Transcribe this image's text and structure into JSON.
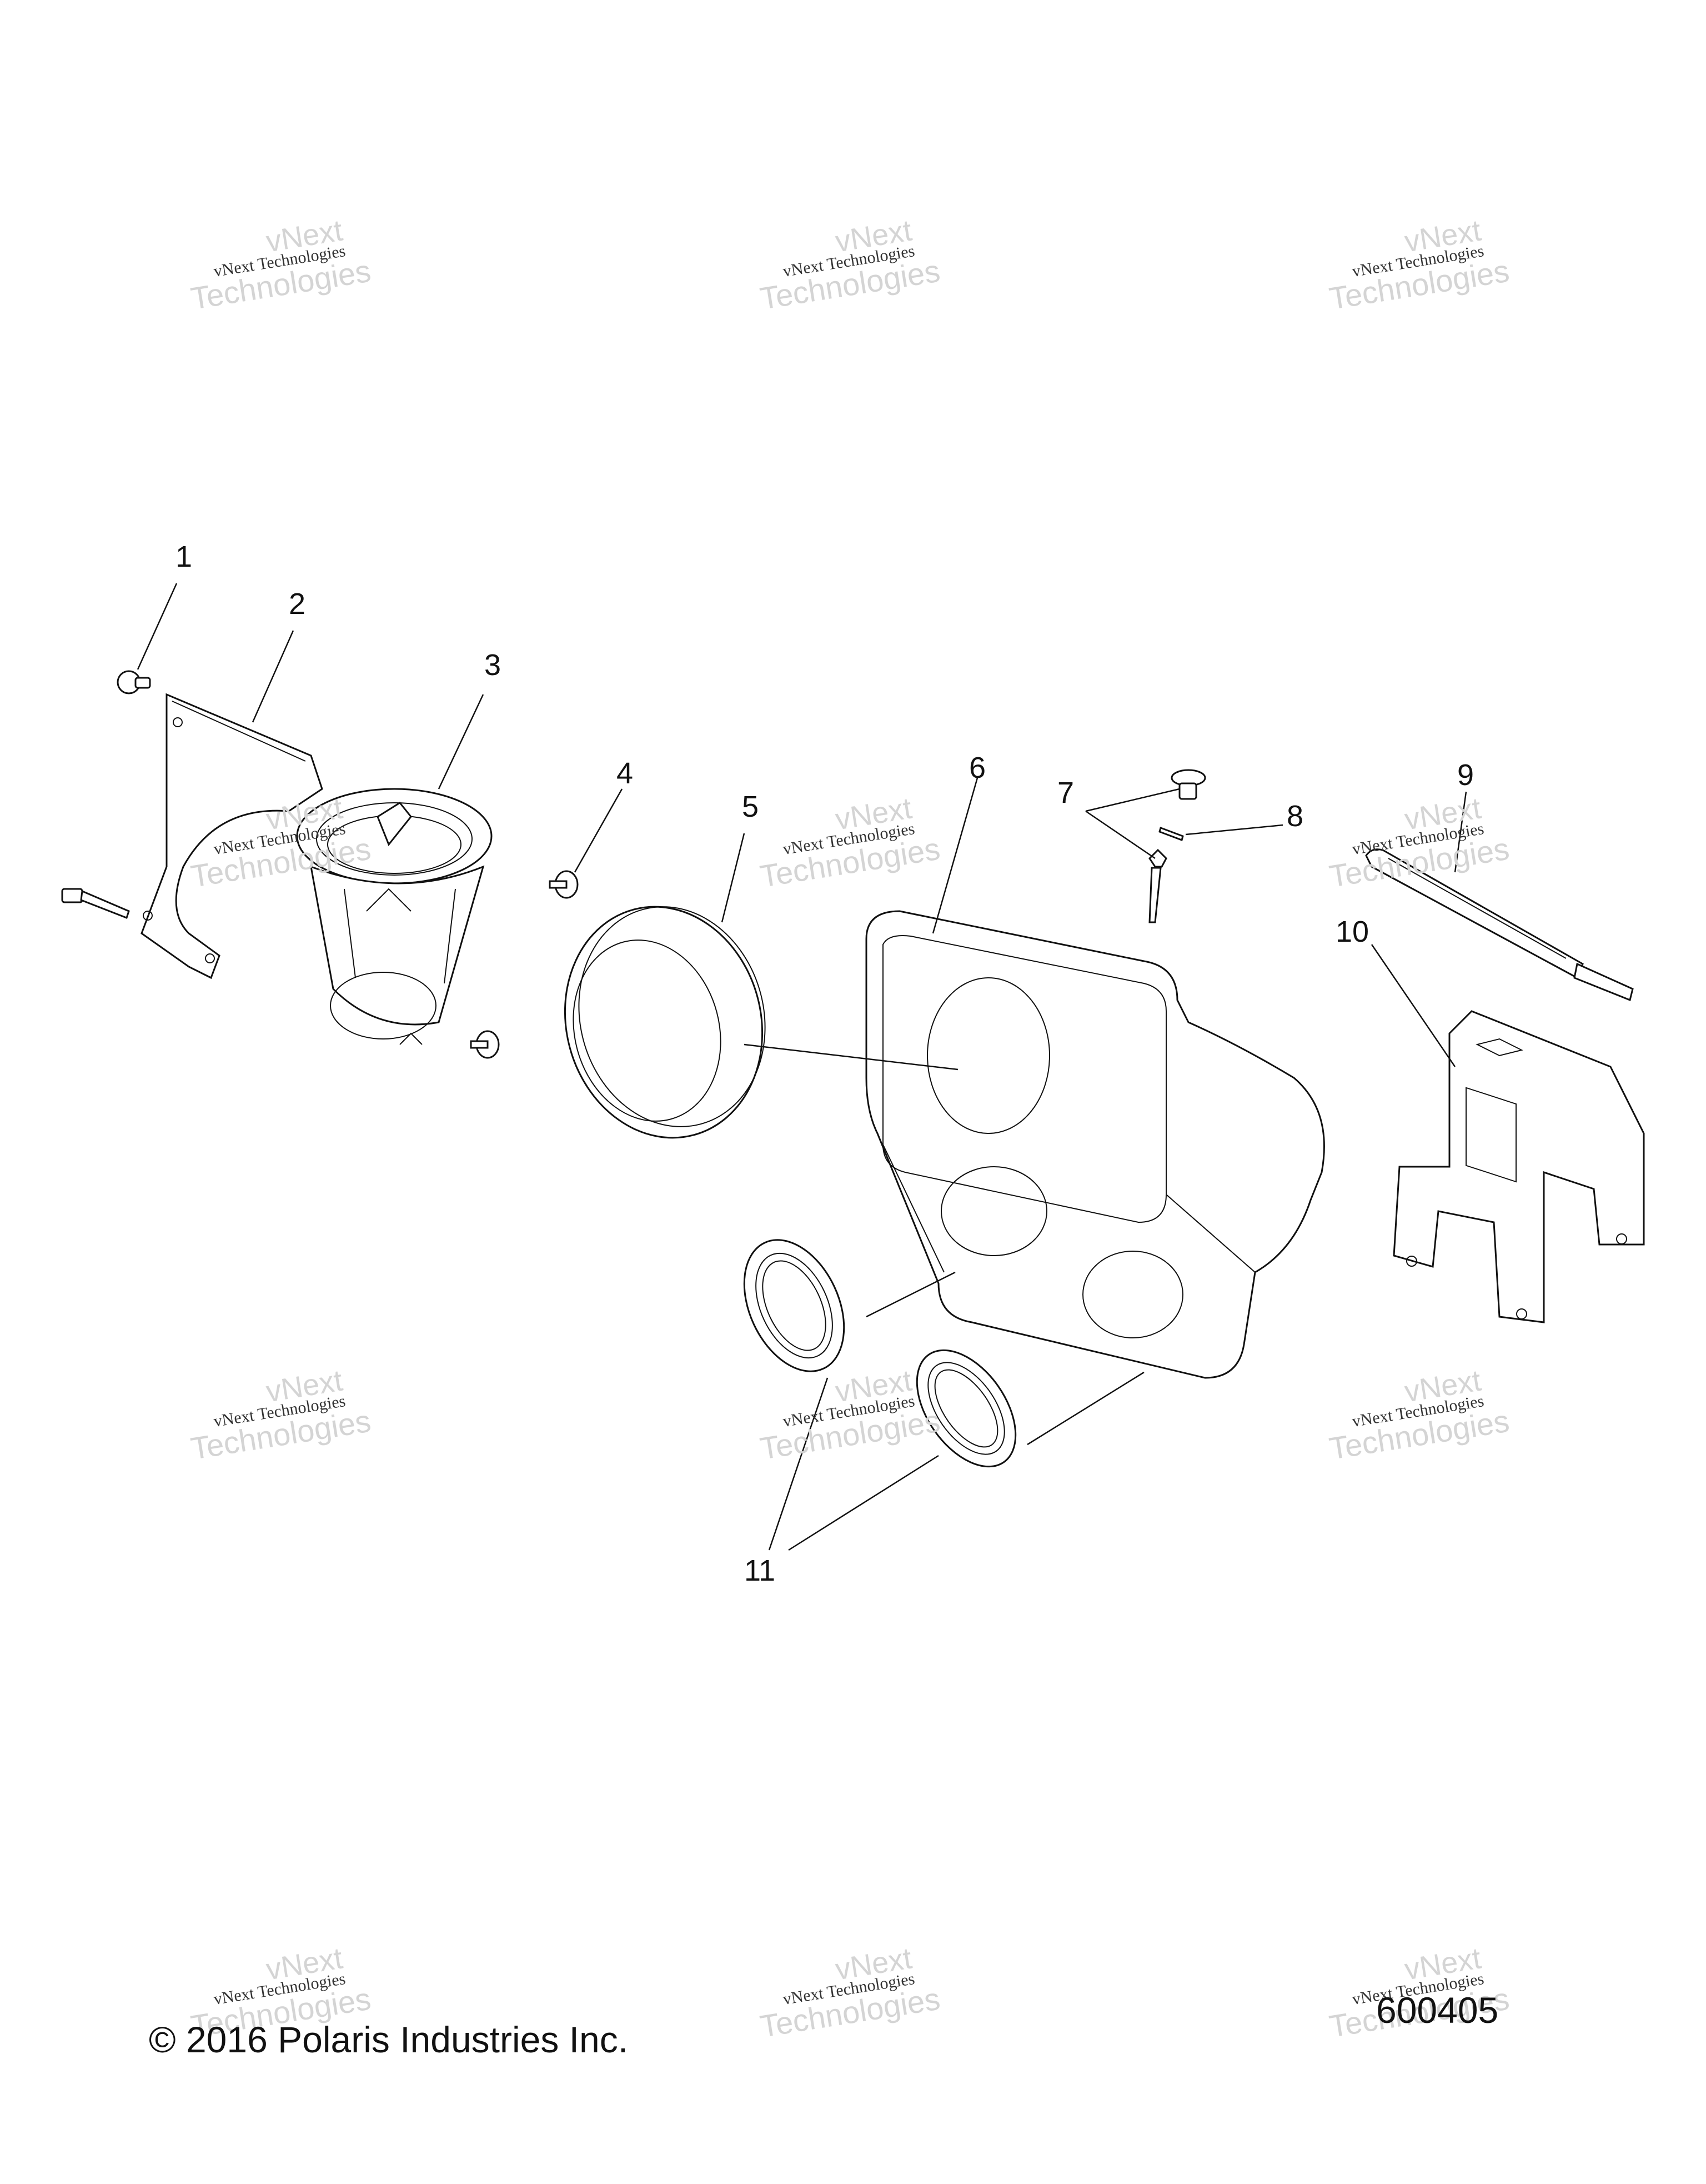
{
  "callouts": {
    "c1": "1",
    "c2": "2",
    "c3": "3",
    "c4": "4",
    "c5": "5",
    "c6": "6",
    "c7": "7",
    "c8": "8",
    "c9": "9",
    "c10": "10",
    "c11": "11"
  },
  "footer": {
    "copyright": "© 2016 Polaris Industries Inc.",
    "diagram_number": "600405"
  },
  "watermark": {
    "line1": "vNext Technologies",
    "line2": "Technologies",
    "line3": "vNext"
  }
}
